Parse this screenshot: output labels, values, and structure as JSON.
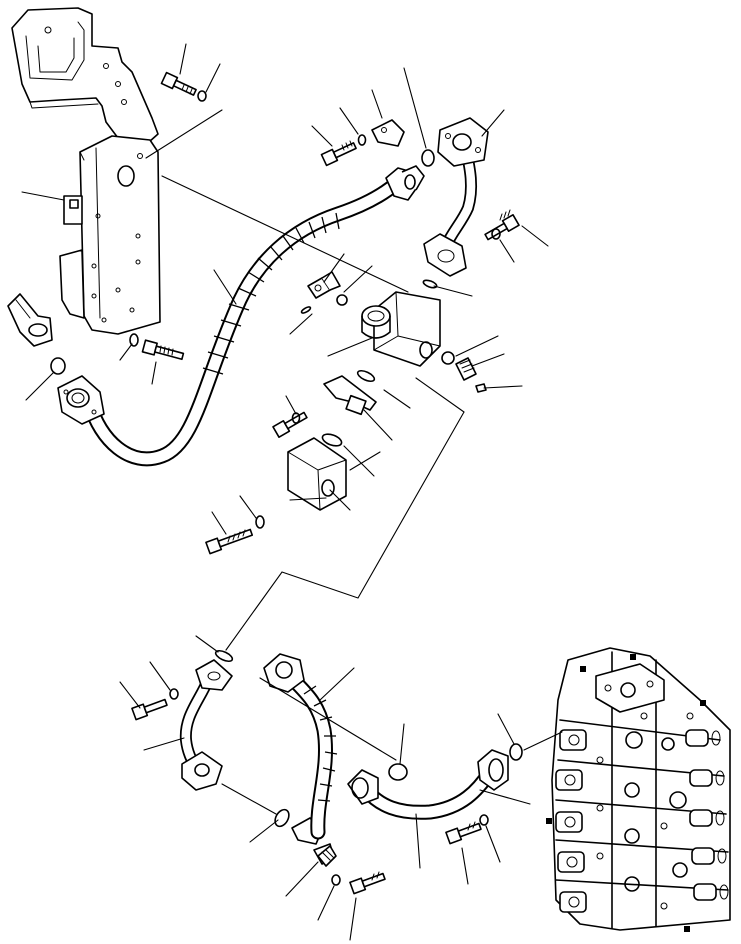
{
  "drawing": {
    "kind": "hydraulic parts exploded view",
    "colors": {
      "ink": "#000000",
      "paper": "#ffffff"
    },
    "parts": [
      "bracket-plate",
      "clamp",
      "hose-upper",
      "elbow-pipe-upper",
      "relay-block",
      "flange-block",
      "spacer-plate",
      "pipe-lower-left",
      "hose-lower-middle",
      "hose-lower-right",
      "control-valve",
      "bolts",
      "washers",
      "o-rings",
      "split-flanges",
      "elbow-fitting",
      "plug"
    ]
  }
}
